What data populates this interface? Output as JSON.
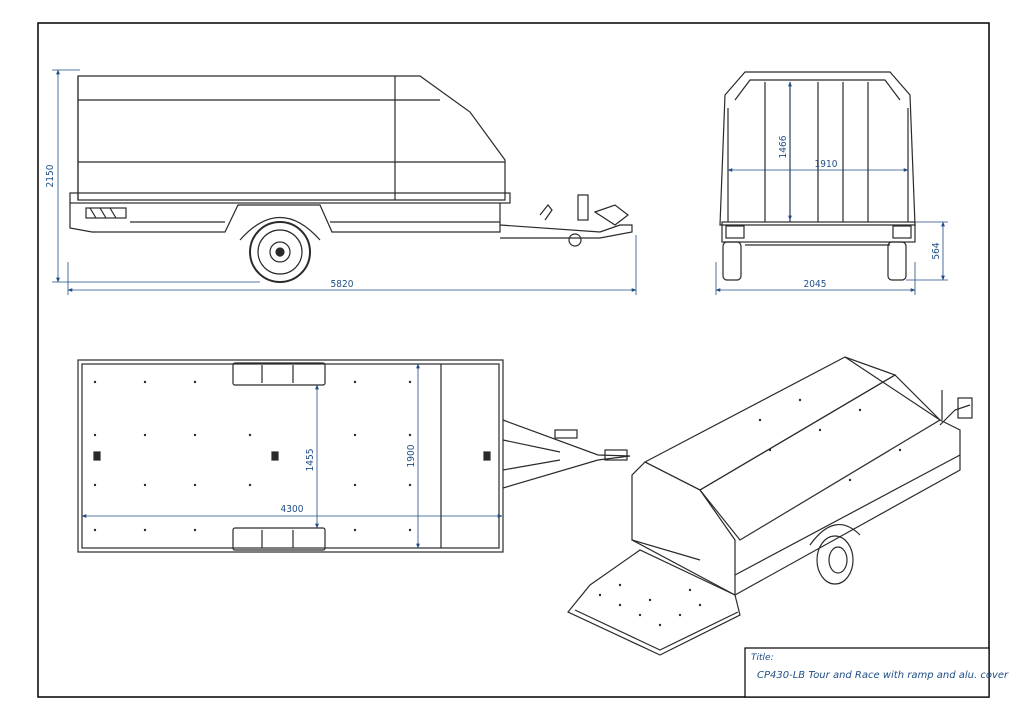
{
  "title_block": {
    "label": "Title:",
    "text": "CP430-LB Tour and Race with ramp and alu. cover"
  },
  "side_view": {
    "overall_length": "5820",
    "overall_height": "2150"
  },
  "rear_view": {
    "inner_height": "1466",
    "inner_width": "1910",
    "overall_width": "2045",
    "floor_height": "564"
  },
  "top_view": {
    "deck_length": "4300",
    "wheel_gap": "1455",
    "deck_width": "1900"
  },
  "colors": {
    "line": "#2a2a2a",
    "dimension": "#1f4e86",
    "frame": "#000000"
  }
}
